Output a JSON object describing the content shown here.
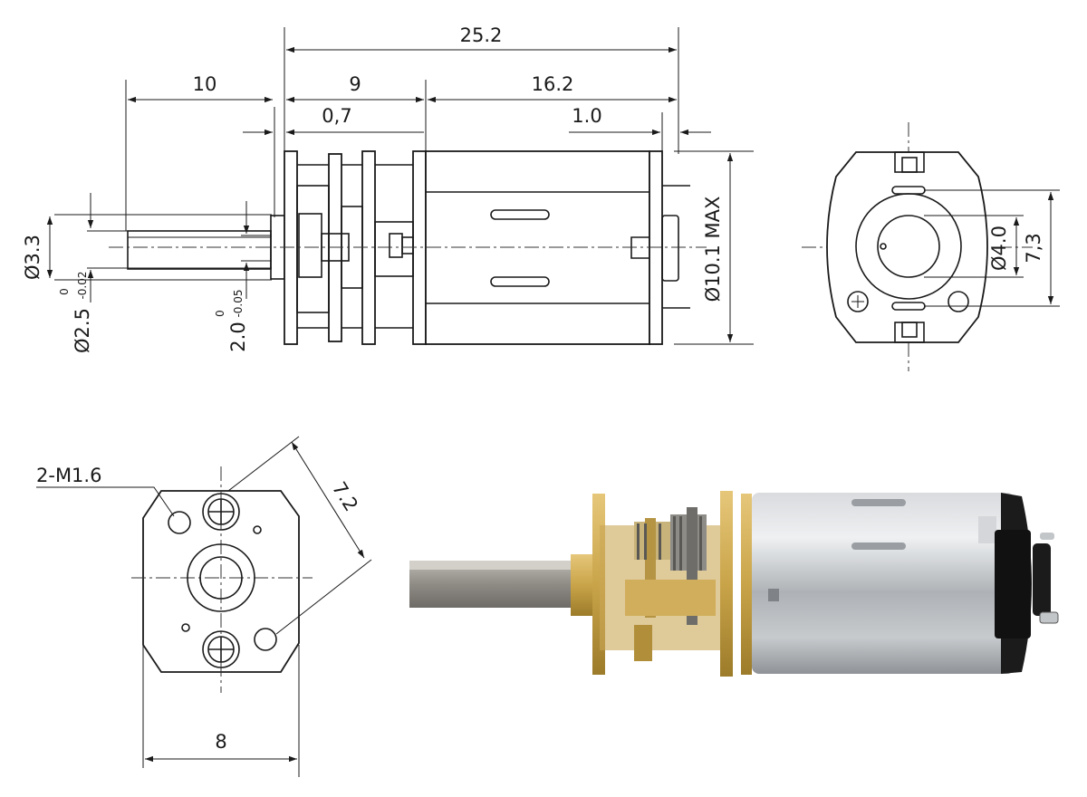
{
  "drawing": {
    "side_view": {
      "overall_length": "25.2",
      "shaft_length": "10",
      "gearbox_length": "9",
      "motor_length": "16.2",
      "flange_thickness": "0,7",
      "terminal_gap": "1.0",
      "shaft_boss_diameter": "Ø3.3",
      "shaft_diameter": "Ø2.5",
      "shaft_diameter_tol_upper": "0",
      "shaft_diameter_tol_lower": "-0.02",
      "shaft_flat": "2.0",
      "shaft_flat_tol_upper": "0",
      "shaft_flat_tol_lower": "-0.05",
      "motor_diameter": "Ø10.1 MAX"
    },
    "rear_view": {
      "boss_diameter": "Ø4.0",
      "terminal_spacing": "7,3"
    },
    "front_view": {
      "mounting_thread": "2-M1.6",
      "hole_spacing": "7.2",
      "width": "8"
    },
    "photo": {
      "description_icon": "gear-motor-photo",
      "colors": {
        "brass": "#c9a449",
        "steel": "#b9bcc0",
        "black": "#1b1b1b"
      }
    }
  }
}
